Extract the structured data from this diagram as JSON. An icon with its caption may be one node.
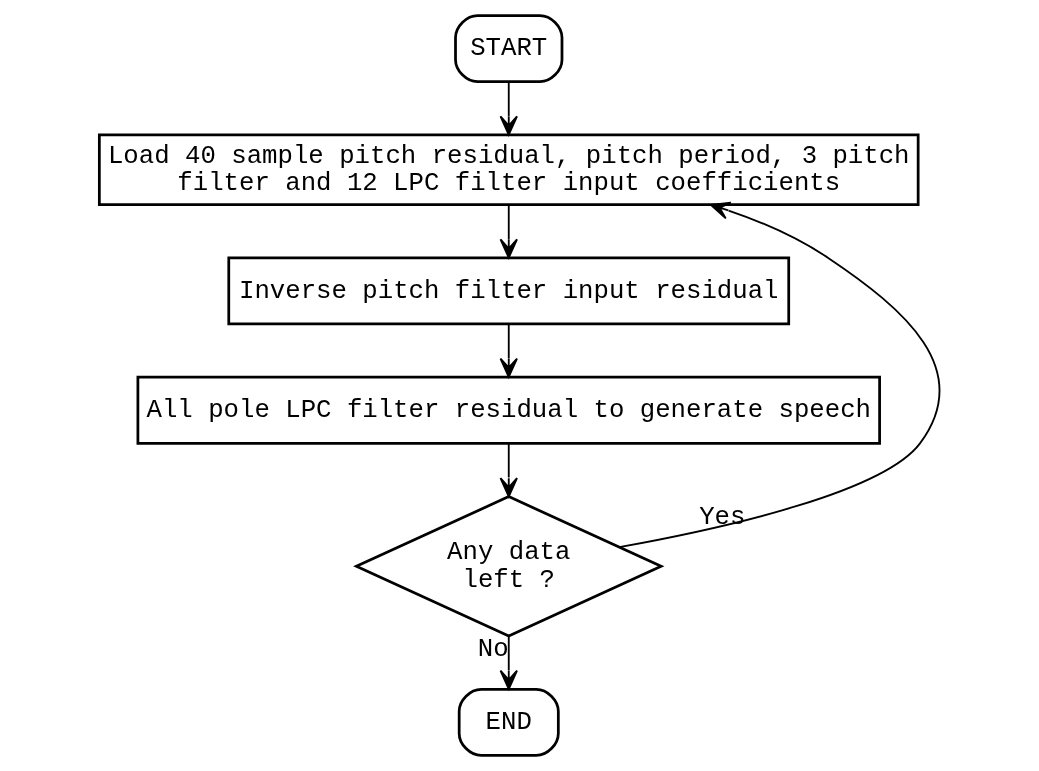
{
  "diagram": {
    "nodes": [
      {
        "text": [
          "START"
        ]
      },
      {
        "text": [
          "Load 40 sample pitch residual, pitch period, 3 pitch filter and 12 LPC filter input coefficients"
        ]
      },
      {
        "text": [
          "Inverse pitch filter input residual"
        ]
      },
      {
        "text": [
          "All pole LPC filter residual to generate speech"
        ]
      },
      {
        "text": [
          "Any data left ?"
        ]
      },
      {
        "text": [
          "END"
        ]
      }
    ],
    "edges": [
      {
        "from": 0,
        "to": 1,
        "arrow": "to"
      },
      {
        "from": 1,
        "to": 2,
        "arrow": "to"
      },
      {
        "from": 2,
        "to": 3,
        "arrow": "to"
      },
      {
        "from": 3,
        "to": 4,
        "arrow": "to"
      },
      {
        "from": 4,
        "to": 1,
        "arrow": "to",
        "label": "Yes"
      },
      {
        "from": 4,
        "to": 5,
        "arrow": "to",
        "label": "No"
      }
    ]
  }
}
